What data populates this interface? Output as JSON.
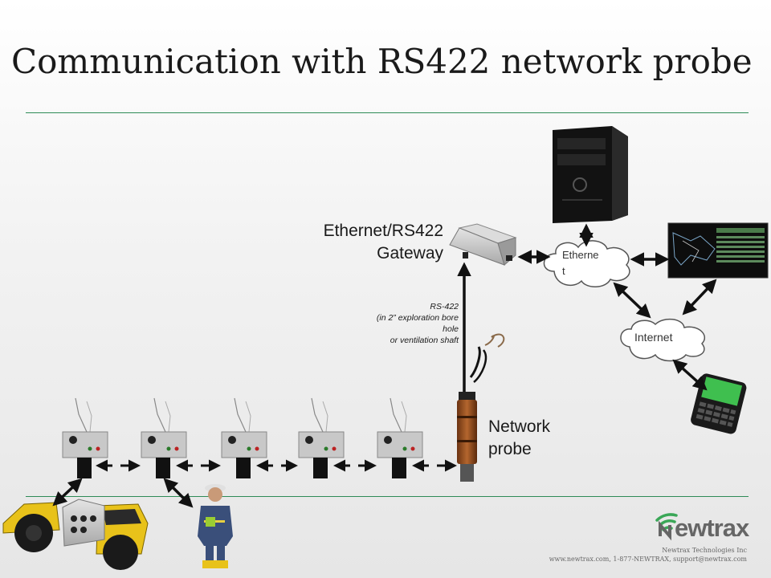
{
  "title": "Communication with RS422 network probe",
  "labels": {
    "gateway_line1": "Ethernet/RS422",
    "gateway_line2": "Gateway",
    "probe_line1": "Network",
    "probe_line2": "probe",
    "rs_line1": "RS-422",
    "rs_line2": "(in 2” exploration bore",
    "rs_line3": "hole",
    "rs_line4": "or ventilation shaft",
    "ethernet_line1": "Etherne",
    "ethernet_line2": "t",
    "internet": "Internet"
  },
  "logo": {
    "text": "ewtrax"
  },
  "footer": {
    "line1": "Newtrax Technologies Inc",
    "line2": "www.newtrax.com, 1-877-NEWTRAX, support@newtrax.com"
  },
  "colors": {
    "accent_rule": "#2e8b57",
    "logo_green": "#3aa757",
    "vehicle_yellow": "#e8c21a"
  },
  "icons": [
    "server-tower-icon",
    "monitor-screen-icon",
    "smartphone-icon",
    "gateway-box-icon",
    "network-probe-icon",
    "wireless-node-icon",
    "mining-vehicle-icon",
    "miner-worker-icon",
    "cloud-icon"
  ]
}
